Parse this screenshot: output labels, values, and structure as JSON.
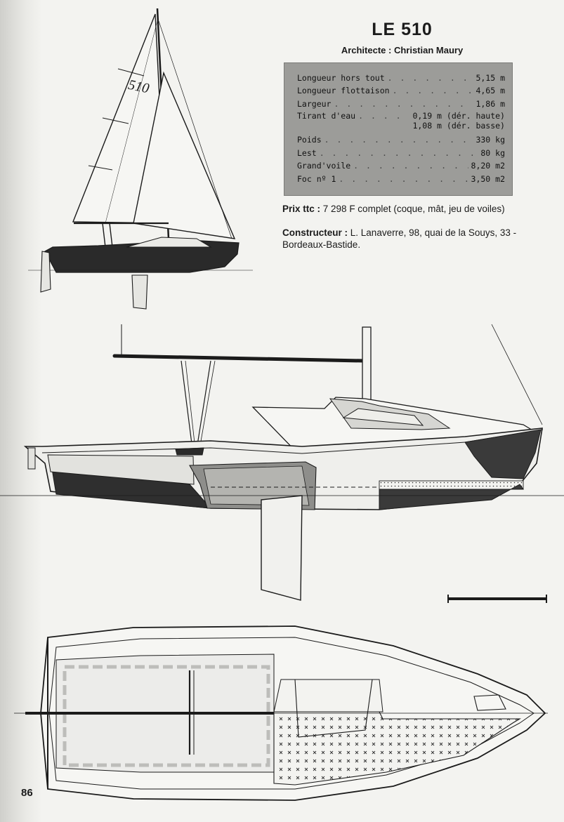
{
  "page": {
    "title": "LE 510",
    "architect": "Architecte : Christian Maury",
    "page_number": "86"
  },
  "specs": [
    {
      "label": "Longueur hors tout",
      "value": "5,15 m"
    },
    {
      "label": "Longueur flottaison",
      "value": "4,65 m"
    },
    {
      "label": "Largeur",
      "value": "1,86 m"
    },
    {
      "label": "Tirant d'eau",
      "value": "0,19 m (dér. haute)",
      "value2": "1,08 m (dér. basse)"
    },
    {
      "label": "Poids",
      "value": "330 kg"
    },
    {
      "label": "Lest",
      "value": "80 kg"
    },
    {
      "label": "Grand'voile",
      "value": "8,20 m2"
    },
    {
      "label": "Foc nº 1",
      "value": "3,50 m2"
    }
  ],
  "price": {
    "label": "Prix ttc :",
    "text": "7 298 F complet (coque, mât, jeu de voiles)"
  },
  "builder": {
    "label": "Constructeur :",
    "text": "L. Lanaverre, 98, quai de la Souys, 33 - Bordeaux-Bastide."
  },
  "sail_number": "510",
  "colors": {
    "paper": "#f3f3f0",
    "spec_box": "#9c9c99",
    "ink": "#1b1b1b",
    "hull_dark": "#2a2a2a",
    "shade": "#8c8c8a"
  }
}
